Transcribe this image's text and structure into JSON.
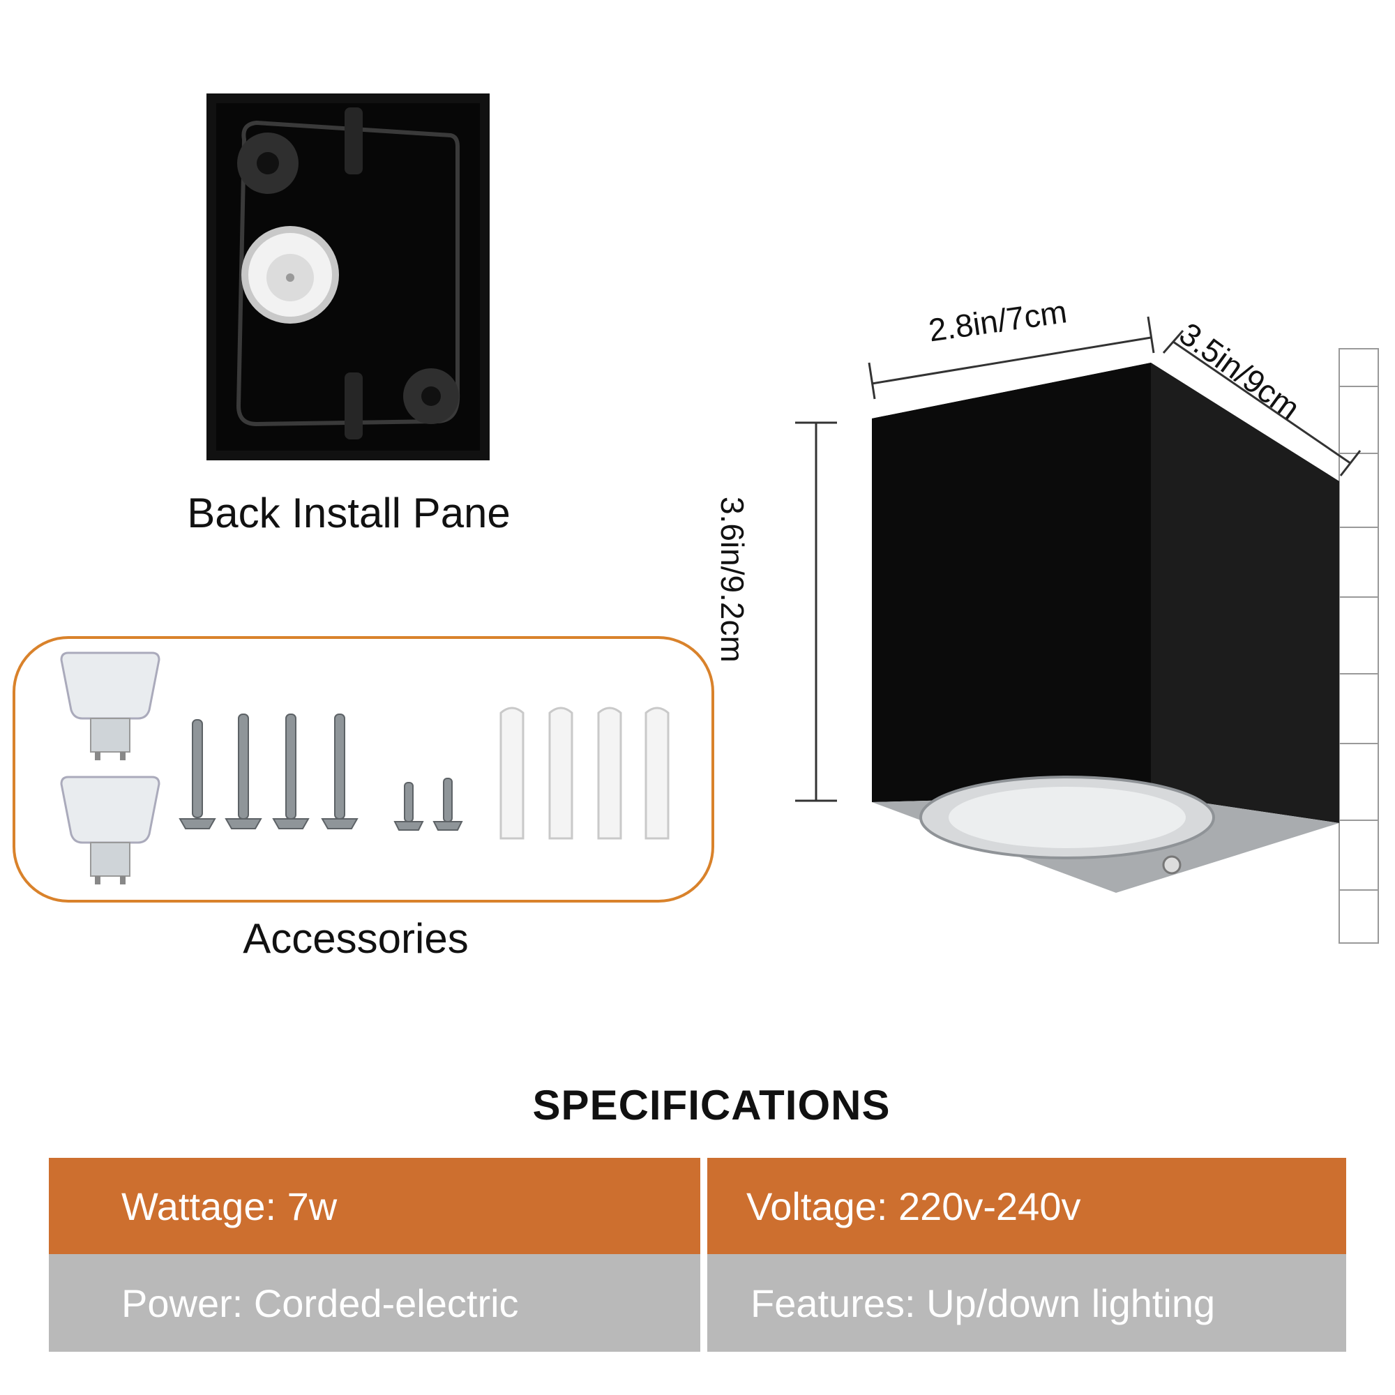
{
  "back_pane": {
    "caption": "Back Install Pane"
  },
  "accessories": {
    "caption": "Accessories"
  },
  "dimensions": {
    "width": "2.8in/7cm",
    "depth": "3.5in/9cm",
    "height": "3.6in/9.2cm"
  },
  "specifications": {
    "title": "SPECIFICATIONS",
    "wattage": "Wattage: 7w",
    "voltage": "Voltage: 220v-240v",
    "power": "Power: Corded-electric",
    "features": "Features: Up/down lighting"
  },
  "colors": {
    "accent_orange": "#cd6f2f",
    "accessory_border": "#d9822b",
    "row_gray": "#b9b9b9",
    "fixture_black": "#0b0b0b"
  }
}
